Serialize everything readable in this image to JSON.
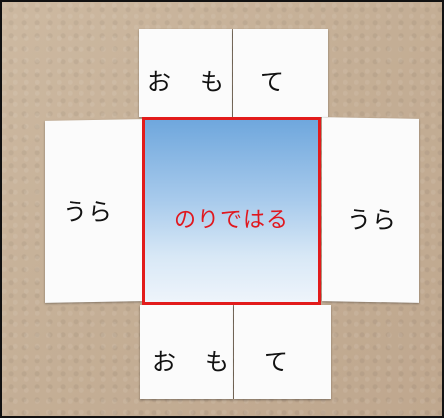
{
  "top_flap": {
    "chars": [
      "お",
      "も",
      "て"
    ]
  },
  "bottom_flap": {
    "chars": [
      "お",
      "も",
      "て"
    ]
  },
  "left_flap": {
    "label": "うら"
  },
  "right_flap": {
    "label": "うら"
  },
  "center_panel": {
    "label": "のりではる",
    "border_color": "#e21b1b",
    "text_color": "#e0181f"
  }
}
